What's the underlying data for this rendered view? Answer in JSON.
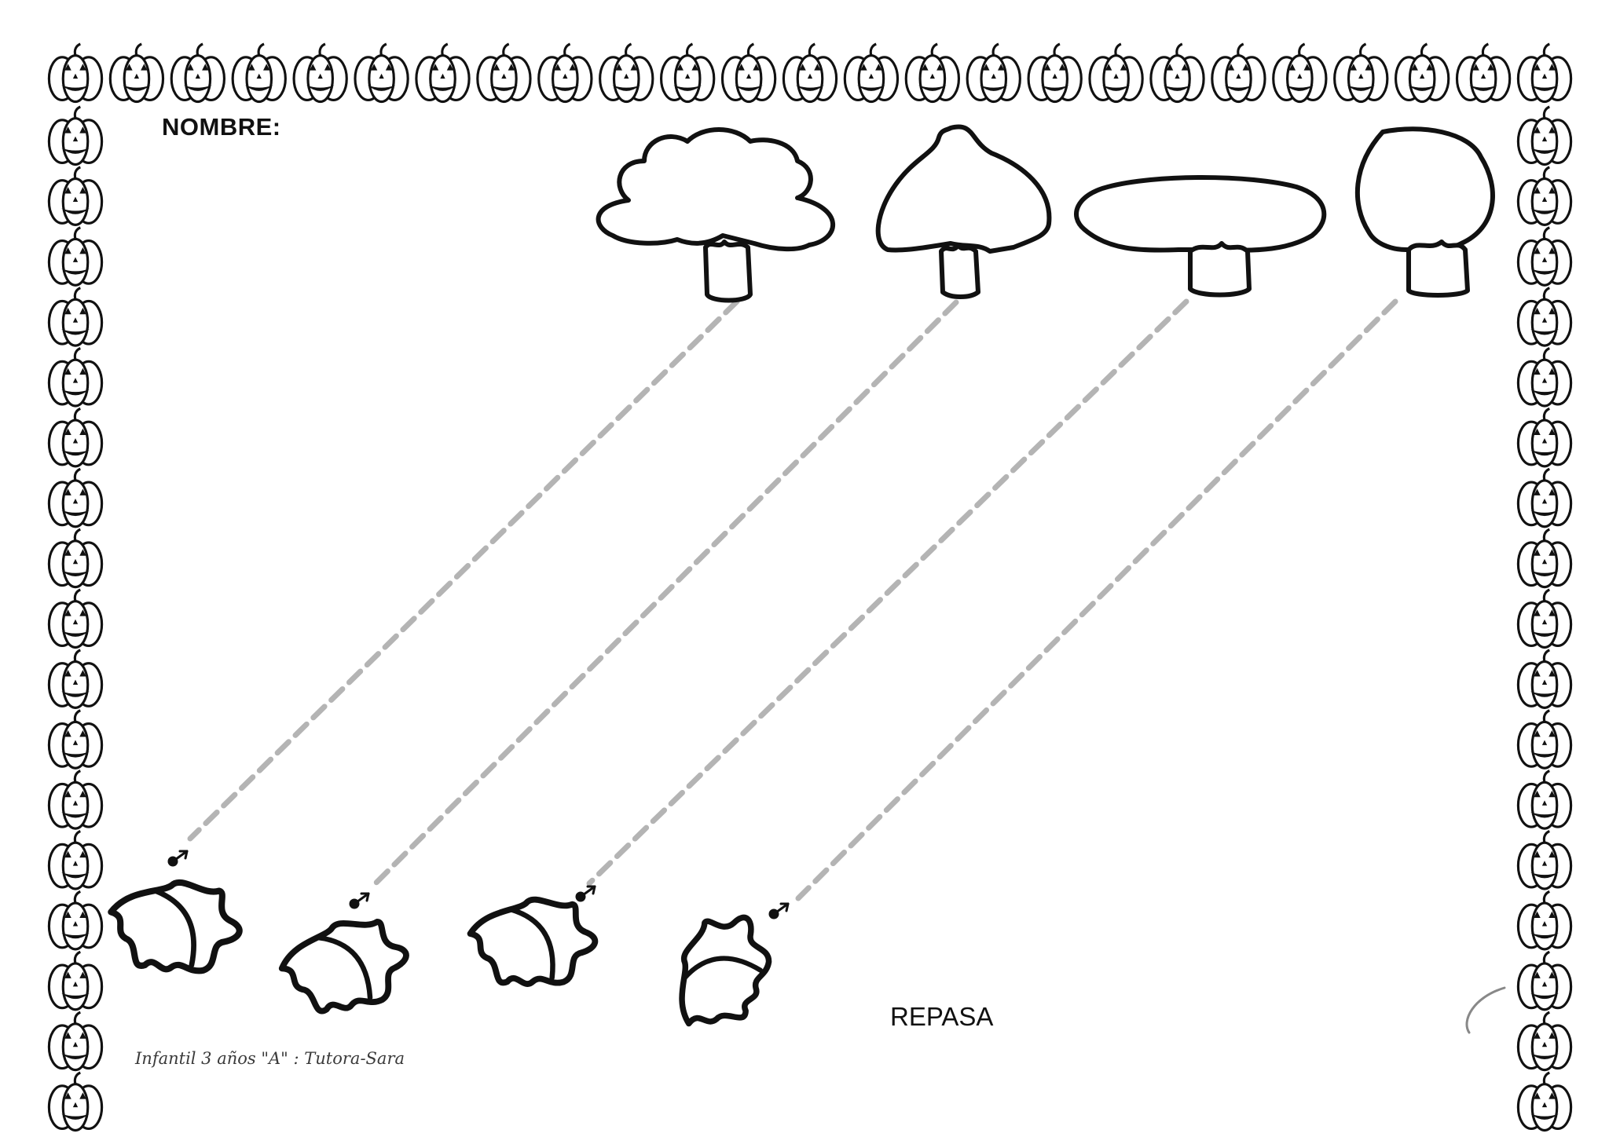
{
  "worksheet": {
    "name_label": "NOMBRE:",
    "instruction": "REPASA",
    "author_note": "Infantil 3 años \"A\" : Tutora-Sara"
  },
  "icons": {
    "border": "jack-o-lantern-icon",
    "trees": [
      "cloud-tree-icon",
      "onion-dome-tree-icon",
      "flat-crown-tree-icon",
      "round-crown-tree-icon"
    ],
    "leaves": [
      "leaf-icon",
      "leaf-icon",
      "leaf-icon",
      "leaf-icon"
    ]
  },
  "colors": {
    "outline": "#111111",
    "trace_line": "#b4b4b4",
    "background": "#ffffff"
  }
}
